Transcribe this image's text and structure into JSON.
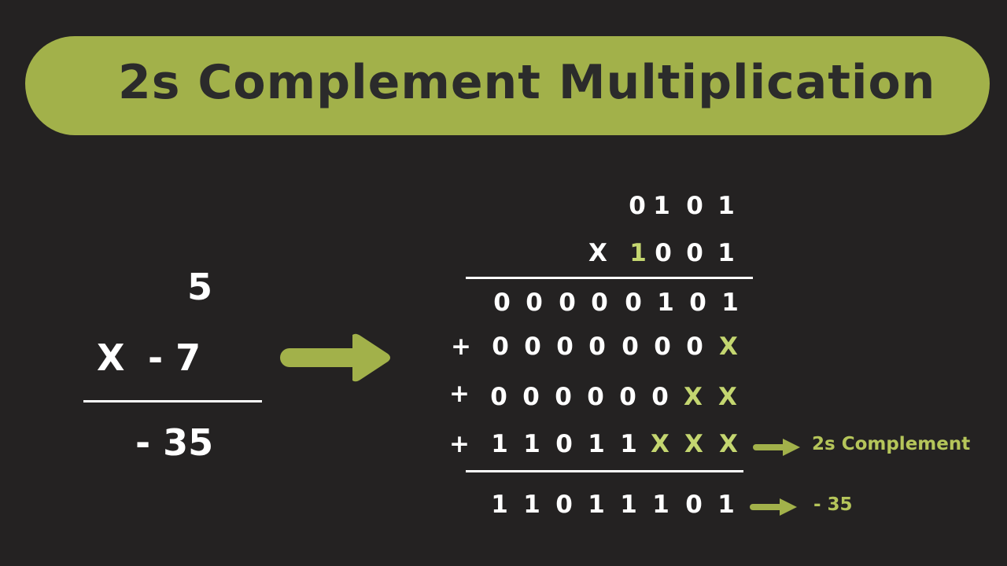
{
  "title": "2s Complement Multiplication",
  "decimal": {
    "multiplicand": "5",
    "operator": "X",
    "multiplier": "- 7",
    "result": "- 35"
  },
  "binary": {
    "operator": "X",
    "plus": "+",
    "multiplicand": [
      "0",
      "1",
      "0",
      "1"
    ],
    "multiplier": [
      "1",
      "0",
      "0",
      "1"
    ],
    "partial_1": [
      "0",
      "0",
      "0",
      "0",
      "0",
      "1",
      "0",
      "1"
    ],
    "partial_2": [
      "0",
      "0",
      "0",
      "0",
      "0",
      "0",
      "0",
      "X"
    ],
    "partial_3": [
      "0",
      "0",
      "0",
      "0",
      "0",
      "0",
      "X",
      "X"
    ],
    "partial_4": [
      "1",
      "1",
      "0",
      "1",
      "1",
      "X",
      "X",
      "X"
    ],
    "result": [
      "1",
      "1",
      "0",
      "1",
      "1",
      "1",
      "0",
      "1"
    ]
  },
  "annotations": {
    "twos_complement": "2s Complement",
    "result_value": "- 35"
  },
  "colors": {
    "background": "#242222",
    "banner": "#a2b14a",
    "title_text": "#2b2b2b",
    "text": "#ffffff",
    "highlight": "#c4d670",
    "arrow": "#a2b14a"
  }
}
